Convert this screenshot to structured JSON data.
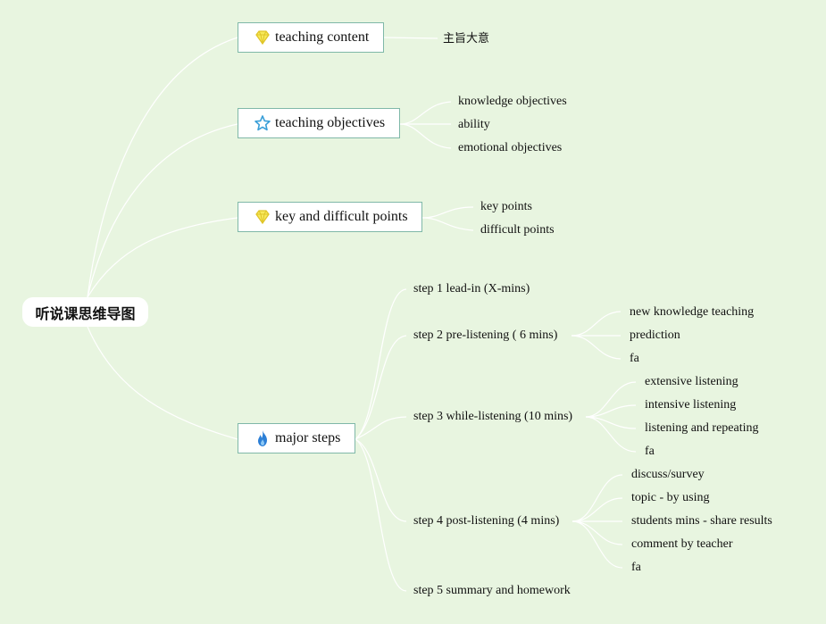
{
  "root": "听说课思维导图",
  "branches": {
    "content": {
      "label": "teaching content",
      "icon": "diamond-icon",
      "items": [
        "主旨大意"
      ]
    },
    "objectives": {
      "label": "teaching objectives",
      "icon": "star-icon",
      "items": [
        "knowledge objectives",
        "ability",
        "emotional objectives"
      ]
    },
    "points": {
      "label": "key and difficult points",
      "icon": "diamond-icon",
      "items": [
        "key points",
        "difficult points"
      ]
    },
    "steps": {
      "label": "major steps",
      "icon": "fire-icon",
      "step1": {
        "label": "step 1 lead-in (X-mins)"
      },
      "step2": {
        "label": "step 2 pre-listening ( 6 mins)",
        "items": [
          "new knowledge teaching",
          "prediction",
          "fa"
        ]
      },
      "step3": {
        "label": "step 3 while-listening (10 mins)",
        "items": [
          "extensive listening",
          "intensive listening",
          "listening and repeating",
          "fa"
        ]
      },
      "step4": {
        "label": "step 4 post-listening (4 mins)",
        "items": [
          "discuss/survey",
          "topic - by using",
          "students mins - share results",
          "comment by teacher",
          "fa"
        ]
      },
      "step5": {
        "label": "step 5 summary and homework"
      }
    }
  },
  "colors": {
    "background": "#e8f5e0",
    "line": "#ffffff",
    "box_border": "#7fb8a8",
    "diamond": "#f2dc3a",
    "star": "#3a9fd8",
    "fire": "#2c7fd6"
  }
}
